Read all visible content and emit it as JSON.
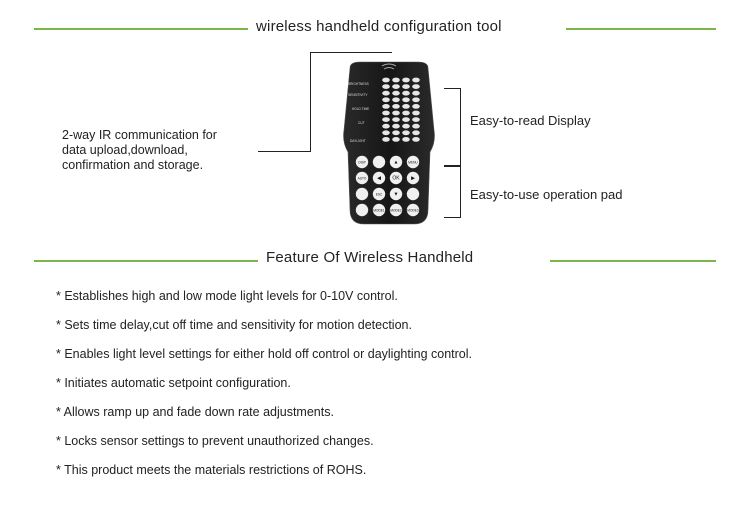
{
  "header": {
    "title": "wireless handheld configuration tool"
  },
  "callouts": {
    "ir_line1": "2-way IR communication for",
    "ir_line2": "data upload,download,",
    "ir_line3": "confirmation and storage.",
    "display": "Easy-to-read Display",
    "pad": "Easy-to-use operation pad"
  },
  "remote": {
    "labels": {
      "brightness": "BRIGHTNESS",
      "sensitivity": "SENSITIVITY",
      "hold_time": "HOLD TIME",
      "cut": "CUT",
      "daylight": "DAYLIGHT",
      "disp": "DISP",
      "menu": "MENU",
      "auto": "AUTO",
      "ok": "OK",
      "esc": "ESC",
      "mode1": "MODE1",
      "mode2": "MODE2",
      "mode3": "MODE3"
    }
  },
  "features": {
    "title": "Feature Of Wireless Handheld",
    "items": [
      "* Establishes high and low mode light levels for 0-10V control.",
      "* Sets time delay,cut off time and sensitivity for motion detection.",
      "* Enables light level settings for either hold off control or daylighting control.",
      "* Initiates automatic setpoint configuration.",
      "* Allows ramp up and fade down rate adjustments.",
      "* Locks sensor settings to prevent unauthorized changes.",
      "* This product meets the materials restrictions of ROHS."
    ]
  },
  "colors": {
    "accent_line": "#7ab648",
    "remote_body": "#1c1c1c"
  }
}
